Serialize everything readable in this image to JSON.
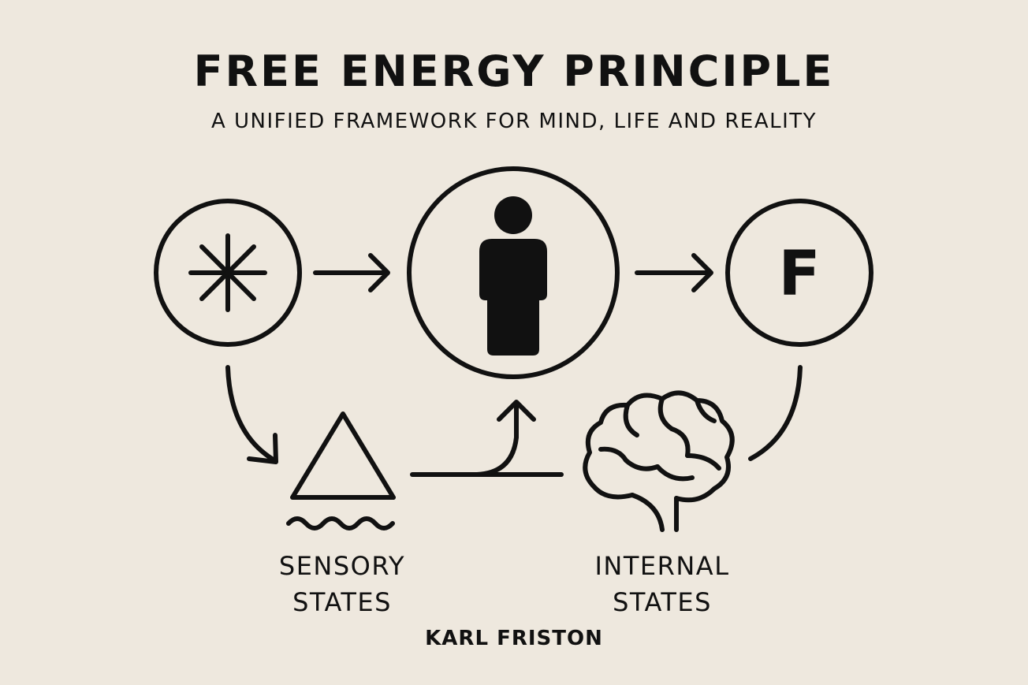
{
  "title": "FREE ENERGY PRINCIPLE",
  "subtitle": "A UNIFIED FRAMEWORK FOR MIND, LIFE AND REALITY",
  "nodes": {
    "environment": {
      "icon": "asterisk-icon"
    },
    "agent": {
      "icon": "person-icon"
    },
    "free_energy": {
      "icon": "letter-f-icon",
      "letter": "F"
    },
    "sensory": {
      "icon": "triangle-waves-icon",
      "label_line1": "SENSORY",
      "label_line2": "STATES"
    },
    "internal": {
      "icon": "brain-icon",
      "label_line1": "INTERNAL",
      "label_line2": "STATES"
    }
  },
  "author": "KARL FRISTON",
  "colors": {
    "background": "#eee8de",
    "ink": "#111111"
  }
}
